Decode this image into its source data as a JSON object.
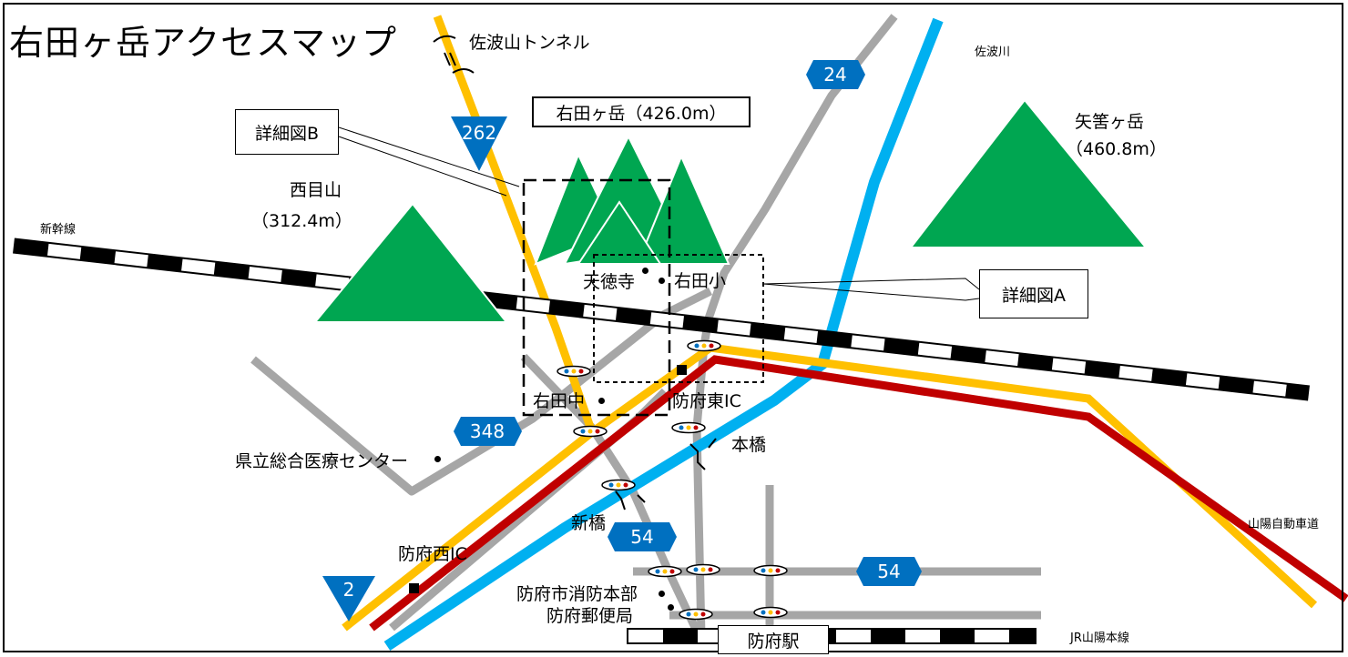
{
  "map": {
    "title": "右田ヶ岳アクセスマップ",
    "mountains": {
      "main": "右田ヶ岳（426.0m）",
      "yakasa_name": "矢筈ヶ岳",
      "yakasa_height": "（460.8m）",
      "nishime_name": "西目山",
      "nishime_height": "（312.4m）"
    },
    "tunnel": "佐波山トンネル",
    "rivers": {
      "saba": "佐波川"
    },
    "railways": {
      "shinkansen": "新幹線",
      "sanyo_line": "JR山陽本線"
    },
    "expressway": "山陽自動車道",
    "detail_a": "詳細図A",
    "detail_b": "詳細図B",
    "places": {
      "tentokuji": "天徳寺",
      "mitajima_elem": "右田小",
      "mita_junior": "右田中",
      "hofu_higashi_ic": "防府東IC",
      "hofu_nishi_ic": "防府西IC",
      "hospital": "県立総合医療センター",
      "fire_hq": "防府市消防本部",
      "post_office": "防府郵便局",
      "station": "防府駅"
    },
    "bridges": {
      "honbashi": "本橋",
      "shinbashi": "新橋"
    },
    "routes": {
      "national_262": "262",
      "national_2": "2",
      "pref_24": "24",
      "pref_348": "348",
      "pref_54_a": "54",
      "pref_54_b": "54"
    },
    "colors": {
      "national_road": "#ffc000",
      "expressway": "#c00000",
      "river": "#00b0f0",
      "local_road": "#a6a6a6",
      "mountain": "#00a651",
      "route_shield": "#0070c0"
    }
  }
}
